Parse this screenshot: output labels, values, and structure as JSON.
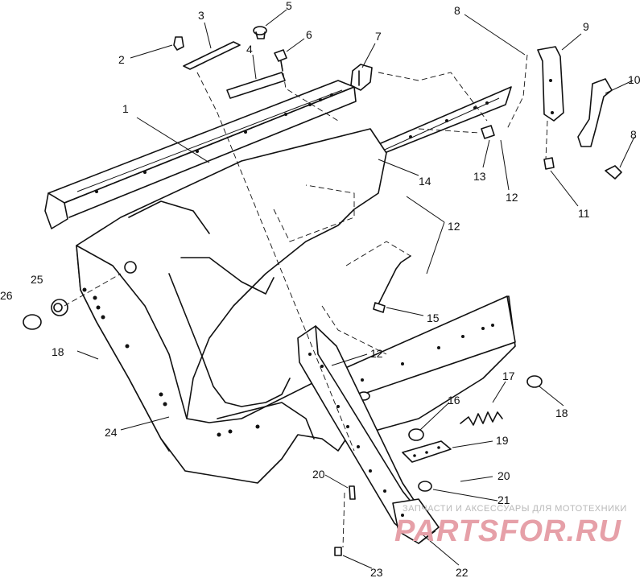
{
  "callouts": [
    {
      "id": "c1",
      "label": "1"
    },
    {
      "id": "c2",
      "label": "2"
    },
    {
      "id": "c3",
      "label": "3"
    },
    {
      "id": "c4",
      "label": "4"
    },
    {
      "id": "c5",
      "label": "5"
    },
    {
      "id": "c6",
      "label": "6"
    },
    {
      "id": "c7",
      "label": "7"
    },
    {
      "id": "c8a",
      "label": "8"
    },
    {
      "id": "c9",
      "label": "9"
    },
    {
      "id": "c10",
      "label": "10"
    },
    {
      "id": "c8b",
      "label": "8"
    },
    {
      "id": "c13",
      "label": "13"
    },
    {
      "id": "c12a",
      "label": "12"
    },
    {
      "id": "c11",
      "label": "11"
    },
    {
      "id": "c14",
      "label": "14"
    },
    {
      "id": "c12b",
      "label": "12"
    },
    {
      "id": "c15",
      "label": "15"
    },
    {
      "id": "c26",
      "label": "26"
    },
    {
      "id": "c25",
      "label": "25"
    },
    {
      "id": "c18a",
      "label": "18"
    },
    {
      "id": "c12c",
      "label": "12"
    },
    {
      "id": "c17",
      "label": "17"
    },
    {
      "id": "c18b",
      "label": "18"
    },
    {
      "id": "c16",
      "label": "16"
    },
    {
      "id": "c24",
      "label": "24"
    },
    {
      "id": "c19",
      "label": "19"
    },
    {
      "id": "c20a",
      "label": "20"
    },
    {
      "id": "c20b",
      "label": "20"
    },
    {
      "id": "c21",
      "label": "21"
    },
    {
      "id": "c23",
      "label": "23"
    },
    {
      "id": "c22",
      "label": "22"
    }
  ],
  "watermark": {
    "tagline": "ЗАПЧАСТИ И АКСЕССУАРЫ ДЛЯ МОТОТЕХНИКИ",
    "logo": "PARTSFOR.RU"
  }
}
